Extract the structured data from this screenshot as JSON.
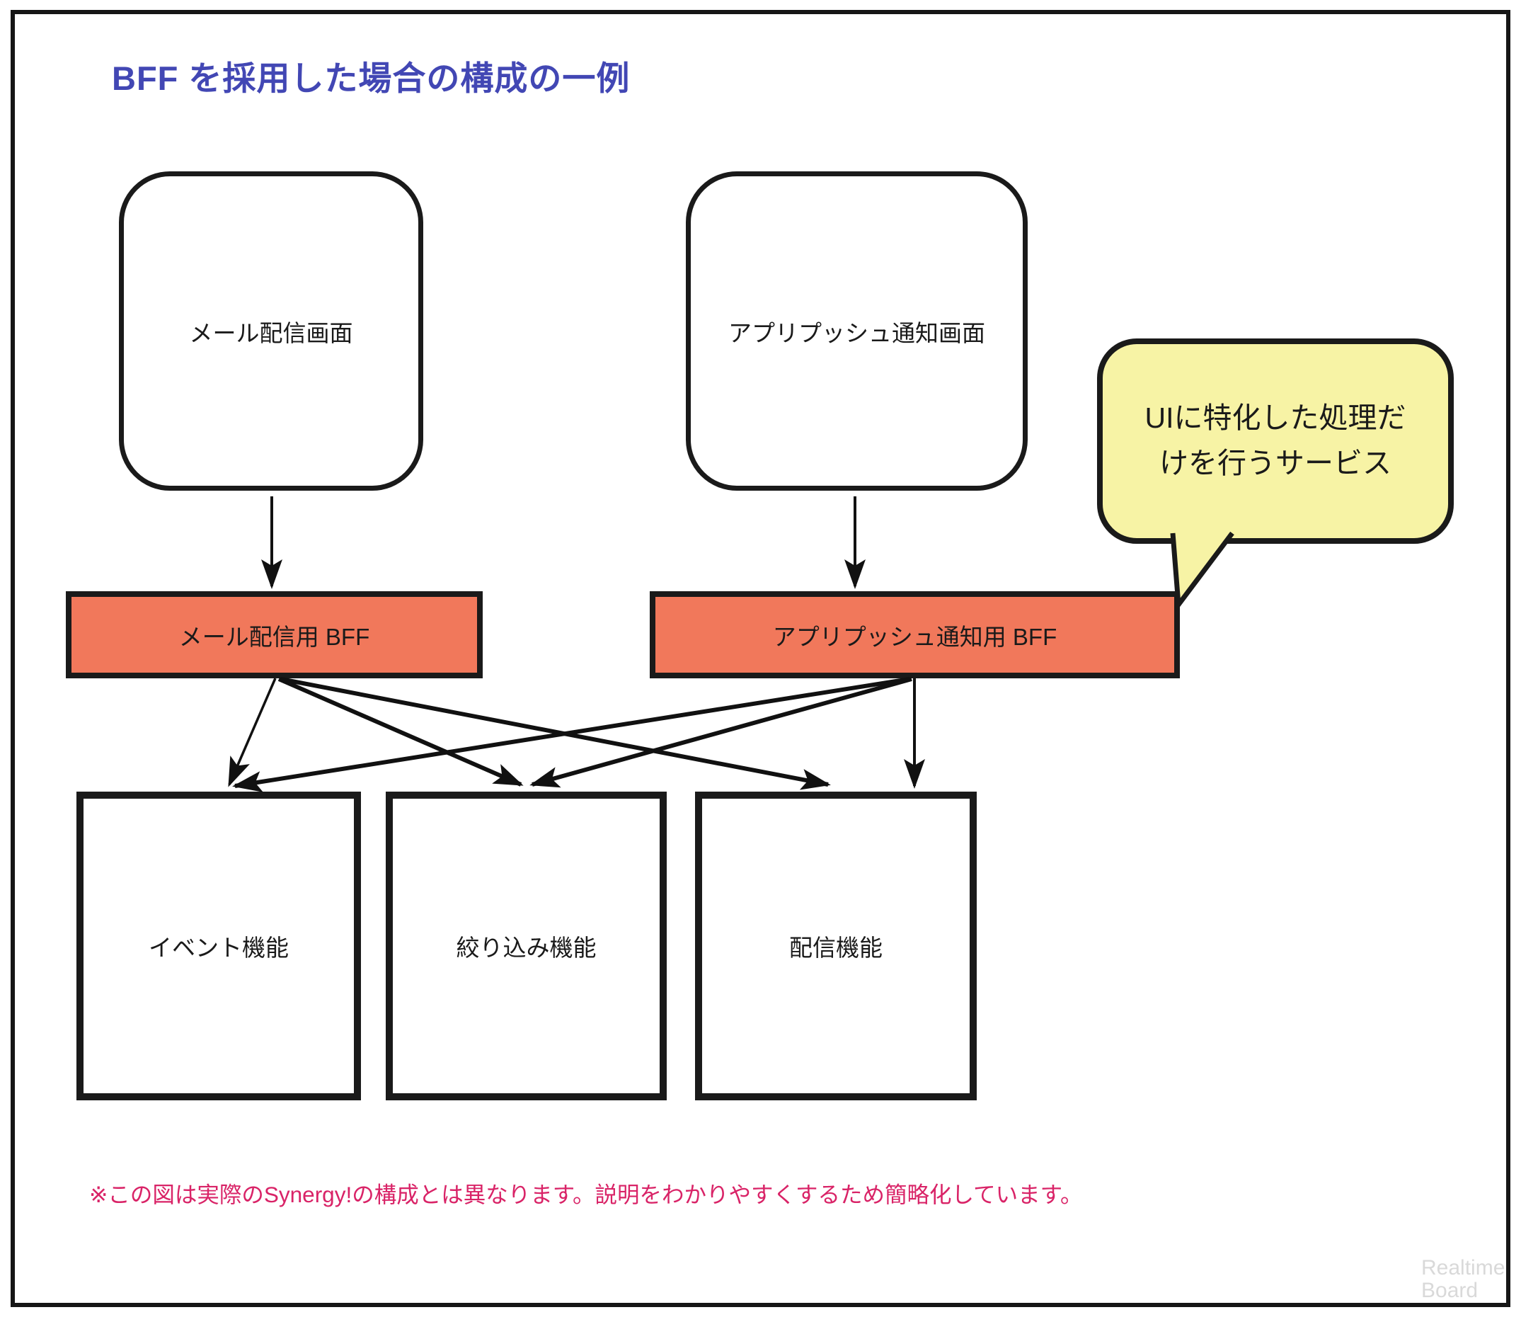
{
  "diagram": {
    "title": "BFF を採用した場合の構成の一例",
    "screens": [
      {
        "id": "screen-mail",
        "label": "メール配信画面"
      },
      {
        "id": "screen-push",
        "label": "アプリプッシュ通知画面"
      }
    ],
    "bffs": [
      {
        "id": "bff-mail",
        "label": "メール配信用 BFF"
      },
      {
        "id": "bff-push",
        "label": "アプリプッシュ通知用 BFF"
      }
    ],
    "features": [
      {
        "id": "feature-event",
        "label": "イベント機能"
      },
      {
        "id": "feature-filter",
        "label": "絞り込み機能"
      },
      {
        "id": "feature-delivery",
        "label": "配信機能"
      }
    ],
    "callout": {
      "lines": [
        "UIに特化した処理だ",
        "けを行うサービス"
      ],
      "points_to": "アプリプッシュ通知用 BFF"
    },
    "edges": [
      {
        "from": "メール配信画面",
        "to": "メール配信用 BFF"
      },
      {
        "from": "アプリプッシュ通知画面",
        "to": "アプリプッシュ通知用 BFF"
      },
      {
        "from": "メール配信用 BFF",
        "to": "イベント機能"
      },
      {
        "from": "メール配信用 BFF",
        "to": "絞り込み機能"
      },
      {
        "from": "メール配信用 BFF",
        "to": "配信機能"
      },
      {
        "from": "アプリプッシュ通知用 BFF",
        "to": "イベント機能"
      },
      {
        "from": "アプリプッシュ通知用 BFF",
        "to": "絞り込み機能"
      },
      {
        "from": "アプリプッシュ通知用 BFF",
        "to": "配信機能"
      }
    ],
    "note": "※この図は実際のSynergy!の構成とは異なります。説明をわかりやすくするため簡略化しています。",
    "watermark": {
      "lines": [
        "Realtime",
        "Board"
      ]
    },
    "colors": {
      "title_text": "#4247b4",
      "bff_fill": "#f1785b",
      "callout_fill": "#f7f3a5",
      "note_text": "#d92367",
      "stroke": "#1a1a1a",
      "watermark_text": "#d9d9d9",
      "background": "#ffffff"
    }
  }
}
